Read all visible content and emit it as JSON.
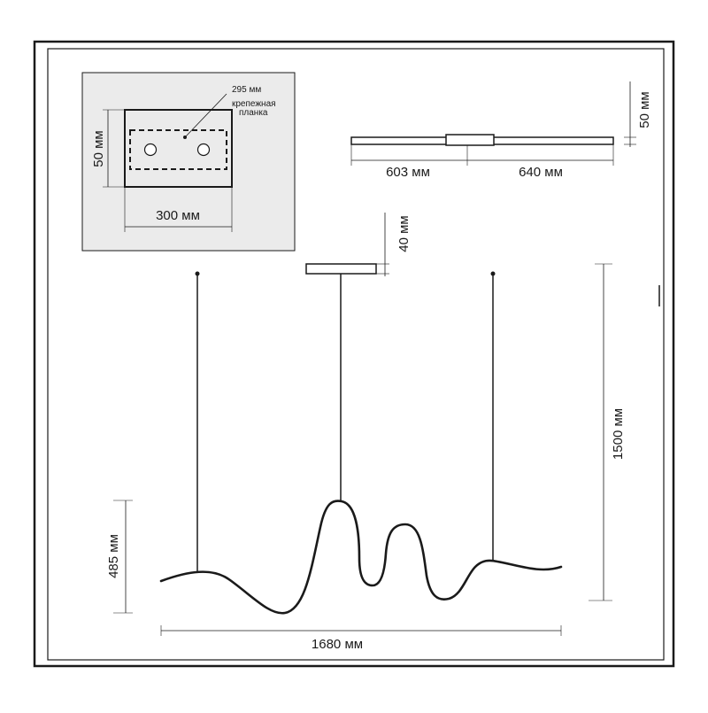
{
  "mount_plate": {
    "width_label": "300 мм",
    "height_label": "50 мм",
    "bracket_length_label": "295 мм",
    "bracket_name_line1": "крепежная",
    "bracket_name_line2": "планка"
  },
  "top_view": {
    "left_label": "603 мм",
    "right_label": "640 мм",
    "height_label": "50 мм"
  },
  "front_view": {
    "canopy_height_label": "40 мм",
    "drop_label": "1500 мм",
    "wave_height_label": "485 мм",
    "total_width_label": "1680 мм"
  },
  "colors": {
    "line": "#1a1a1a",
    "panel_bg": "#ebebeb",
    "plate_fill": "#ebebeb"
  }
}
